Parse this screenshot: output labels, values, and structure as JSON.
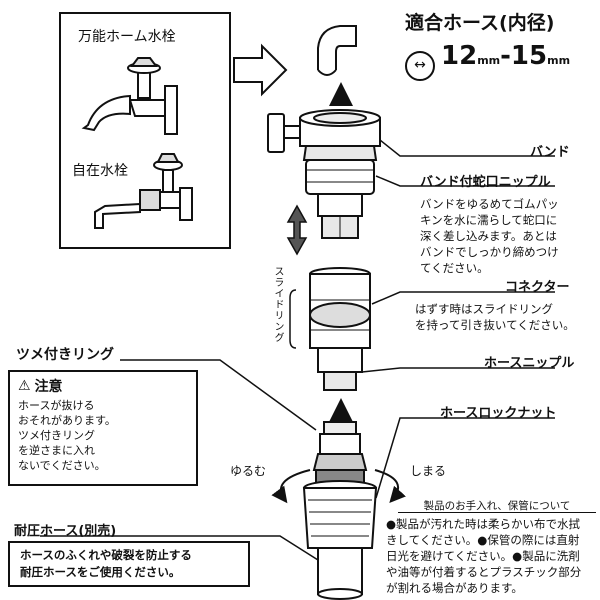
{
  "faucets": {
    "universal_label": "万能ホーム水栓",
    "free_label": "自在水栓"
  },
  "hose_spec": {
    "title": "適合ホース(内径)",
    "size_min": "12",
    "size_min_unit": "mm",
    "sep": "-",
    "size_max": "15",
    "size_max_unit": "mm"
  },
  "parts": {
    "band": "バンド",
    "band_nipple": "バンド付蛇口ニップル",
    "band_nipple_desc": [
      "バンドをゆるめてゴムパッ",
      "キンを水に濡らして蛇口に",
      "深く差し込みます。あとは",
      "バンドでしっかり締めつけ",
      "てください。"
    ],
    "connector": "コネクター",
    "connector_desc": [
      "はずす時はスライドリング",
      "を持って引き抜いてください。"
    ],
    "slide_ring": "スライドリング",
    "hose_nipple": "ホースニップル",
    "hose_lock_nut": "ホースロックナット",
    "loosen": "ゆるむ",
    "tighten": "しまる"
  },
  "claw_ring": {
    "title": "ツメ付きリング",
    "caution_title": "注意",
    "caution_lines": [
      "ホースが抜ける",
      "おそれがあります。",
      "ツメ付きリング",
      "を逆さまに入れ",
      "ないでください。"
    ]
  },
  "pressure_hose": {
    "title": "耐圧ホース(別売)",
    "lines": [
      "ホースのふくれや破裂を防止する",
      "耐圧ホースをご使用ください。"
    ]
  },
  "care": {
    "title": "製品のお手入れ、保管について",
    "lines": [
      "●製品が汚れた時は柔らかい布で水拭",
      "きしてください。●保管の際には直射",
      "日光を避けてください。●製品に洗剤",
      "や油等が付着するとプラスチック部分",
      "が割れる場合があります。"
    ]
  }
}
